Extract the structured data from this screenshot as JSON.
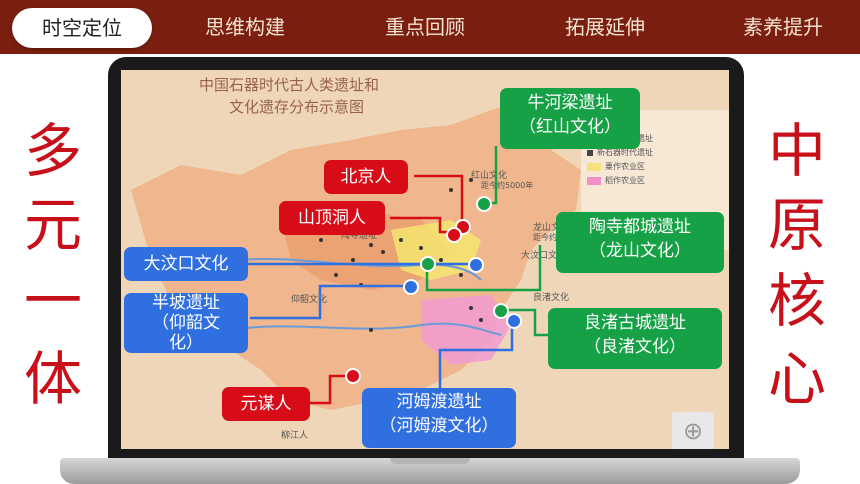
{
  "nav": {
    "items": [
      {
        "label": "时空定位",
        "active": true
      },
      {
        "label": "思维构建",
        "active": false
      },
      {
        "label": "重点回顾",
        "active": false
      },
      {
        "label": "拓展延伸",
        "active": false
      },
      {
        "label": "素养提升",
        "active": false
      }
    ]
  },
  "side_left": [
    "多",
    "元",
    "一",
    "体"
  ],
  "side_right": [
    "中",
    "原",
    "核",
    "心"
  ],
  "map": {
    "title_line1": "中国石器时代古人类遗址和",
    "title_line2": "文化遗存分布示意图",
    "legend": [
      {
        "text": "旧石器时代遗址",
        "color": "#444444"
      },
      {
        "text": "新石器时代遗址",
        "color": "#444444"
      },
      {
        "text": "粟作农业区",
        "color": "#f3e37a"
      },
      {
        "text": "稻作农业区",
        "color": "#f08fc8"
      }
    ],
    "place_texts": [
      "红山文化",
      "陶寺遗址",
      "龙山文化",
      "大汶口文化",
      "仰韶文化",
      "良渚文化",
      "柳江人",
      "距今约5000年",
      "距今约4000年"
    ]
  },
  "labels": {
    "niuheliang": {
      "line1": "牛河梁遗址",
      "line2": "（红山文化）"
    },
    "beijingren": "北京人",
    "shandingdong": "山顶洞人",
    "taosi": {
      "line1": "陶寺都城遗址",
      "line2": "（龙山文化）"
    },
    "dawenkou": "大汶口文化",
    "banpo": {
      "line1": "半坡遗址",
      "line2": "（仰韶文",
      "line3": "化）"
    },
    "liangzhu": {
      "line1": "良渚古城遗址",
      "line2": "（良渚文化）"
    },
    "yuanmou": "元谋人",
    "hemudu": {
      "line1": "河姆渡遗址",
      "line2": "（河姆渡文化）"
    }
  },
  "colors": {
    "nav_bg": "#7a1f10",
    "red": "#d80c18",
    "blue": "#2f6fe0",
    "green": "#17a146"
  },
  "icons": {
    "zoom": "zoom-in-icon"
  }
}
